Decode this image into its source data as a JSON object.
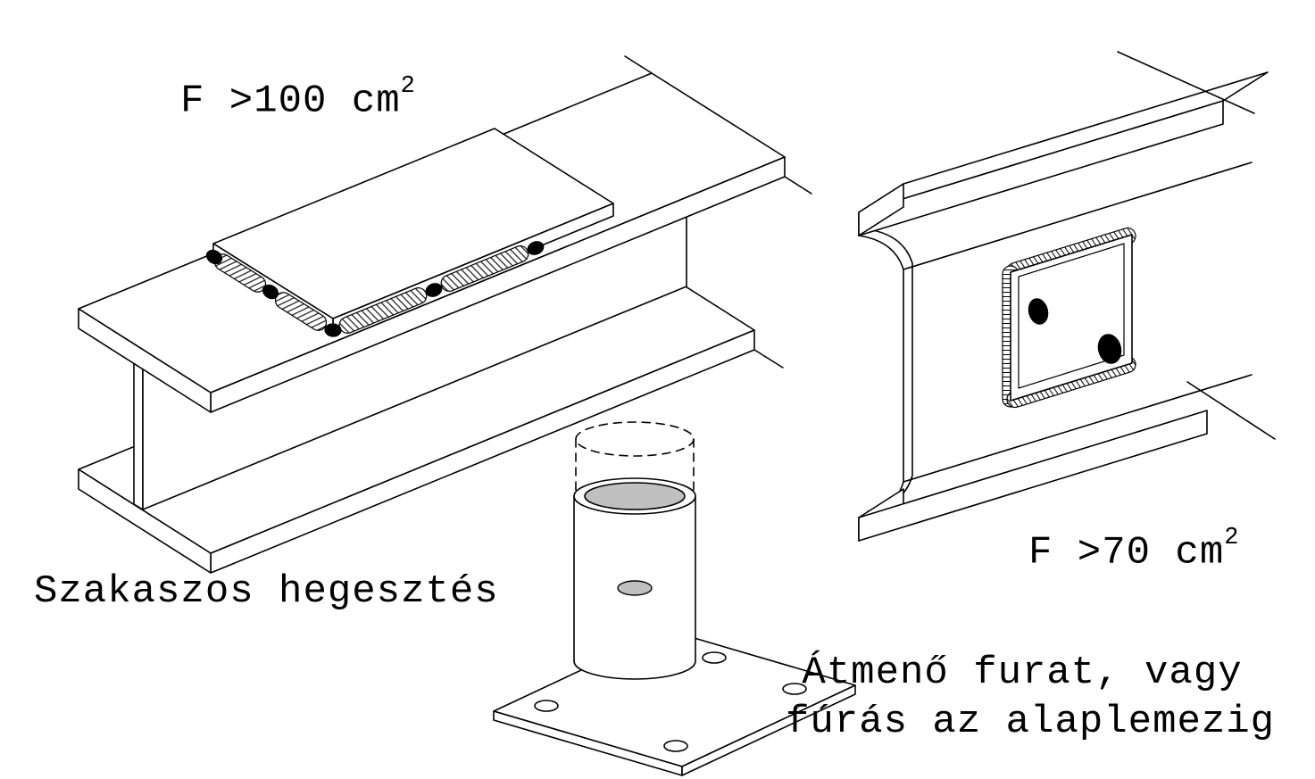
{
  "drawing": {
    "labels": {
      "area_top_left": {
        "text": "F >100 cm",
        "sup": "2"
      },
      "weld_caption": "Szakaszos hegesztés",
      "area_right": {
        "text": "F >70 cm",
        "sup": "2"
      },
      "hole_caption_line1": "Átmenő furat, vagy",
      "hole_caption_line2": "fúrás az alaplemezig"
    },
    "colors": {
      "line": "#000000",
      "background": "#ffffff",
      "shade_gray": "#c0c0c0",
      "weld_cap_black": "#000000"
    }
  }
}
